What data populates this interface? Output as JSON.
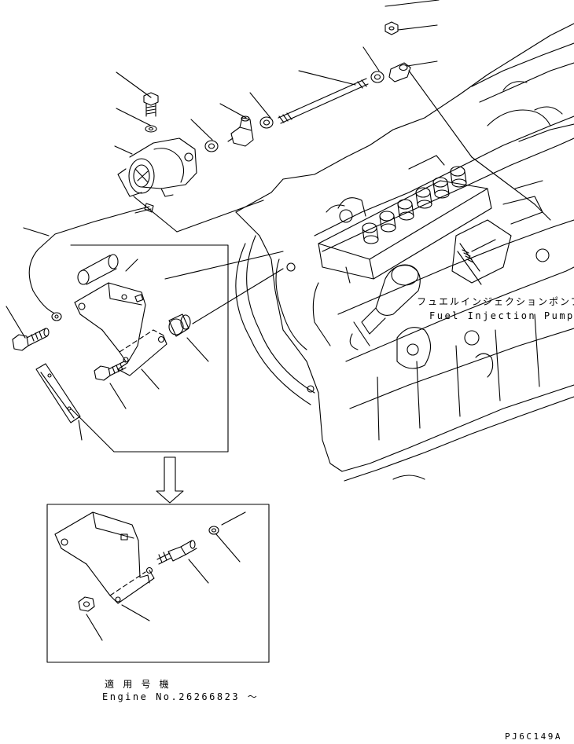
{
  "labels": {
    "pump_jp": "フュエルインジェクションポンプ",
    "pump_en": "Fuel Injection Pump",
    "applicable_jp": "適 用 号 機",
    "applicable_en": "Engine No.26266823 ～",
    "drawing_code": "PJ6C149A"
  },
  "colors": {
    "line": "#000000",
    "background": "#ffffff"
  }
}
